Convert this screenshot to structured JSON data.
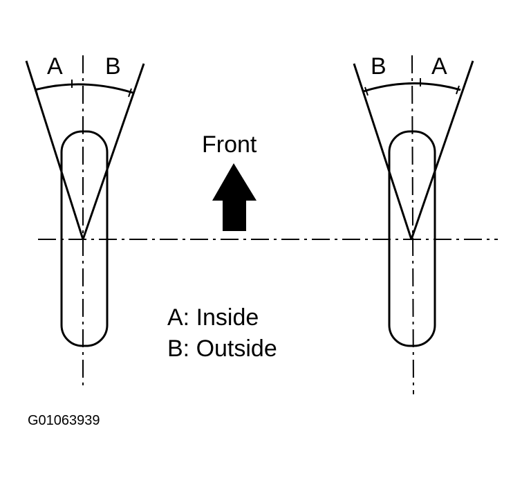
{
  "left_wheel": {
    "label_a": "A",
    "label_b": "B"
  },
  "right_wheel": {
    "label_a": "A",
    "label_b": "B"
  },
  "direction": {
    "label": "Front",
    "arrow_icon": "up-arrow-icon"
  },
  "legend": {
    "line_a": "A: Inside",
    "line_b": "B: Outside"
  },
  "figure_code": "G01063939",
  "colors": {
    "ink": "#000000",
    "background": "#ffffff"
  }
}
